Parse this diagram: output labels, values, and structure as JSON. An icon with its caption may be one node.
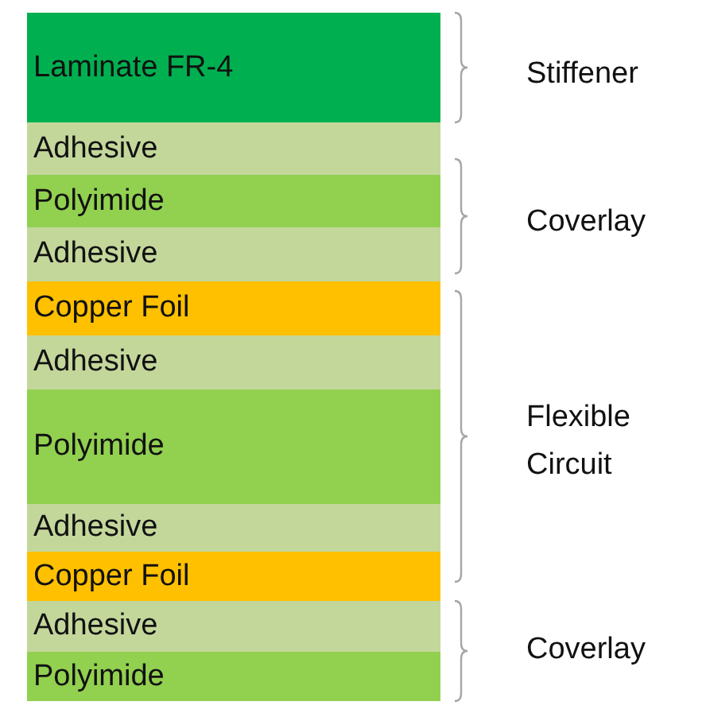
{
  "diagram": {
    "nodes": [
      {
        "text": [
          "Laminate FR-4"
        ]
      },
      {
        "text": [
          "Adhesive"
        ]
      },
      {
        "text": [
          "Polyimide"
        ]
      },
      {
        "text": [
          "Adhesive"
        ]
      },
      {
        "text": [
          "Copper Foil"
        ]
      },
      {
        "text": [
          "Adhesive"
        ]
      },
      {
        "text": [
          "Polyimide"
        ]
      },
      {
        "text": [
          "Adhesive"
        ]
      },
      {
        "text": [
          "Copper Foil"
        ]
      },
      {
        "text": [
          "Adhesive"
        ]
      },
      {
        "text": [
          "Polyimide"
        ]
      }
    ],
    "labels": [
      "Stiffener",
      "Coverlay",
      "Flexible Circuit",
      "Coverlay"
    ]
  }
}
